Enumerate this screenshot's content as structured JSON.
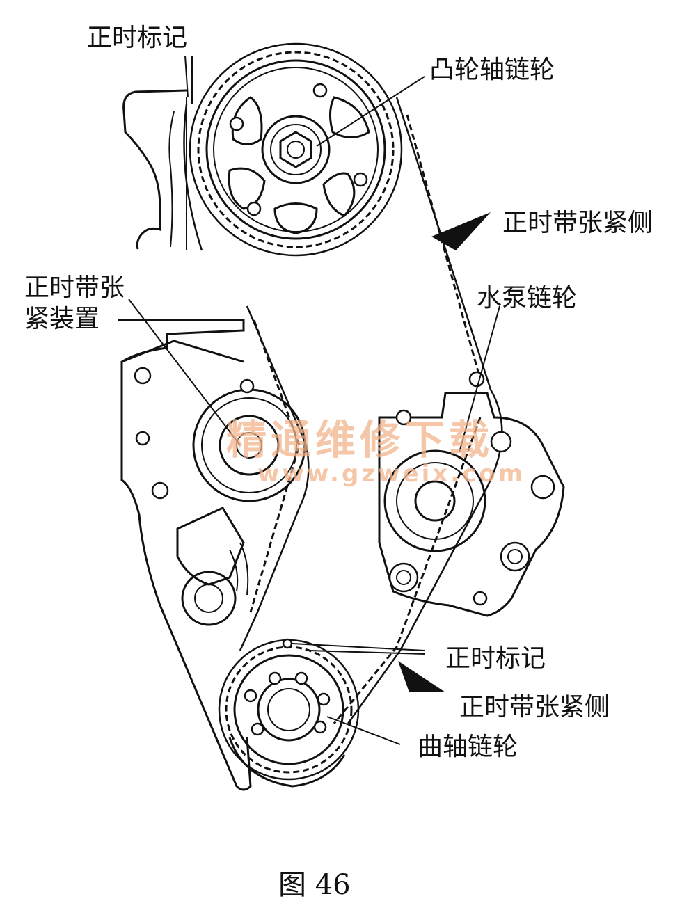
{
  "labels": {
    "timing_mark_top": "正时标记",
    "camshaft_sprocket": "凸轮轴链轮",
    "belt_tension_side_top": "正时带张紧侧",
    "tensioner_line1": "正时带张",
    "tensioner_line2": "紧装置",
    "water_pump_sprocket": "水泵链轮",
    "timing_mark_bottom": "正时标记",
    "belt_tension_side_bottom": "正时带张紧侧",
    "crankshaft_sprocket": "曲轴链轮"
  },
  "watermark": {
    "text": "精通维修下载",
    "url": "www.gzweix.com"
  },
  "caption": "图 46",
  "colors": {
    "ink": "#111111",
    "watermark": "#f2b48a",
    "background": "#ffffff"
  }
}
